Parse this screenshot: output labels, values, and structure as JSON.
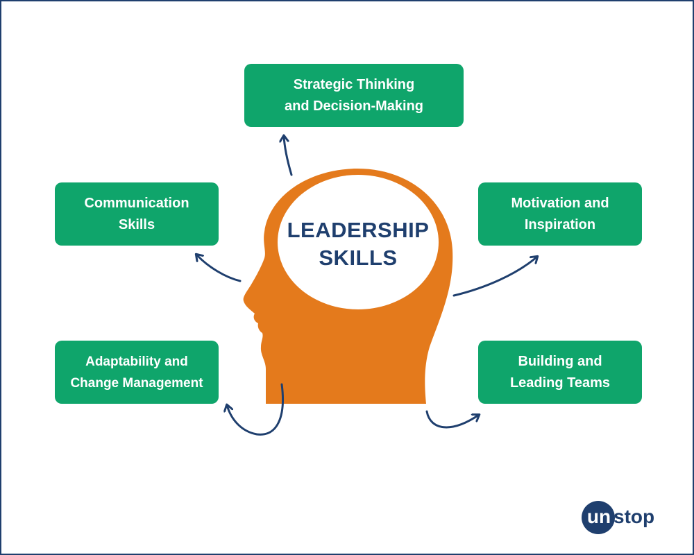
{
  "center": {
    "line1": "LEADERSHIP",
    "line2": "SKILLS"
  },
  "skills": {
    "strategic": {
      "line1": "Strategic Thinking",
      "line2": "and Decision-Making"
    },
    "communication": {
      "line1": "Communication",
      "line2": "Skills"
    },
    "motivation": {
      "line1": "Motivation and",
      "line2": "Inspiration"
    },
    "adaptability": {
      "line1": "Adaptability and",
      "line2": "Change Management"
    },
    "building": {
      "line1": "Building and",
      "line2": "Leading Teams"
    }
  },
  "logo": {
    "part1": "un",
    "part2": "stop"
  },
  "colors": {
    "box": "#0fa56b",
    "head": "#e47a1c",
    "brain": "#ffffff",
    "navy": "#1f3f6e"
  },
  "icons": [
    "head-silhouette-icon",
    "arrow-icon"
  ]
}
